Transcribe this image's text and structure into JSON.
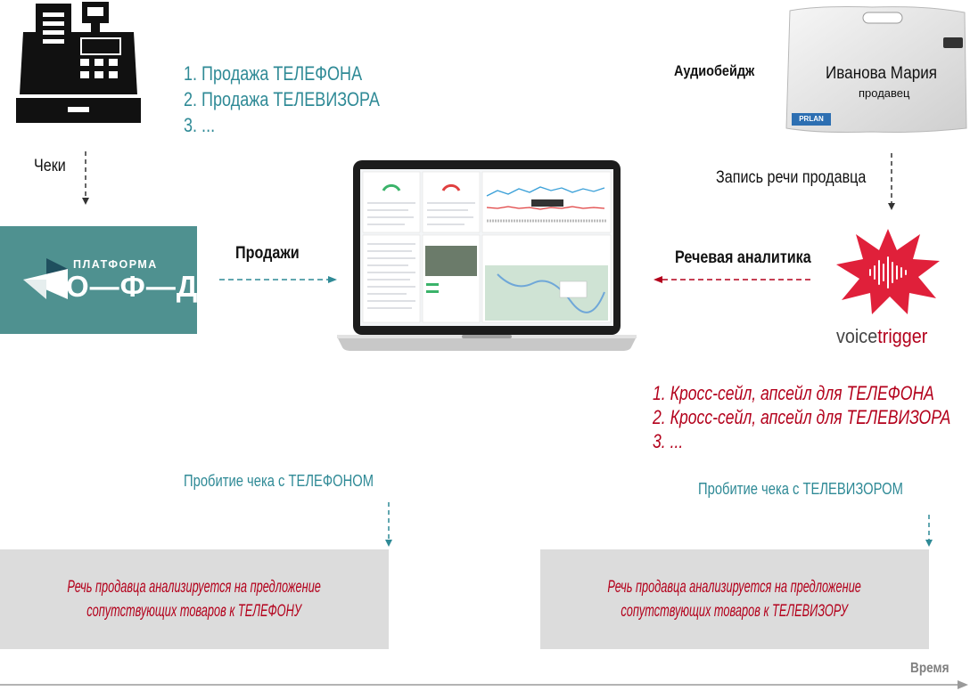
{
  "sales_list": [
    "1. Продажа ТЕЛЕФОНА",
    "2. Продажа ТЕЛЕВИЗОРА",
    "3.  ..."
  ],
  "checks_label": "Чеки",
  "sales_label": "Продажи",
  "ofd": {
    "small": "ПЛАТФОРМА",
    "big": "О—Ф—Д"
  },
  "audiobadge_label": "Аудиобейдж",
  "badge": {
    "name": "Иванова Мария",
    "role": "продавец",
    "brand": "PRLAN"
  },
  "speech_record_label": "Запись речи продавца",
  "speech_analytics_label": "Речевая аналитика",
  "voicetrigger": {
    "voice": "voice",
    "trigger": "trigger"
  },
  "cross_sell_list": [
    "1.  Кросс-сейл, апсейл для ТЕЛЕФОНА",
    "2.  Кросс-сейл, апсейл для ТЕЛЕВИЗОРА",
    "3.  ..."
  ],
  "check_phone_label": "Пробитие чека с ТЕЛЕФОНОМ",
  "check_tv_label": "Пробитие чека с ТЕЛЕВИЗОРОМ",
  "box_phone": [
    "Речь продавца анализируется на предложение",
    "сопутствующих товаров к ТЕЛЕФОНУ"
  ],
  "box_tv": [
    "Речь продавца анализируется на предложение",
    "сопутствующих товаров к ТЕЛЕВИЗОРУ"
  ],
  "time_label": "Время",
  "colors": {
    "teal": "#2f8a96",
    "red": "#b3001b",
    "ofd_bg": "#4f9190",
    "box": "#dcdcdc"
  },
  "icons": [
    "cash-register-icon",
    "ofd-logo",
    "laptop-dashboard",
    "audio-badge",
    "voicetrigger-burst-icon"
  ]
}
